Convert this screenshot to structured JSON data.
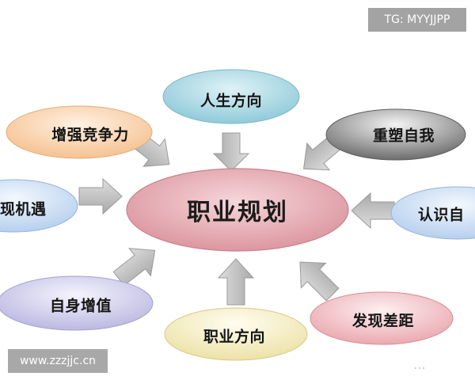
{
  "diagram": {
    "center": "职业规划",
    "nodes": {
      "top": "人生方向",
      "upper_left": "增强竞争力",
      "upper_right": "重塑自我",
      "left": "现机遇",
      "right": "认识自",
      "lower_left": "自身增值",
      "bottom": "职业方向",
      "lower_right": "发现差距"
    },
    "colors": {
      "center": "#e2a2aa",
      "top": "#9fd4e0",
      "upper_left": "#f7cfa8",
      "upper_right": "#7f7f7f",
      "left": "#c3d9f2",
      "right": "#c3d9f2",
      "lower_left": "#c7c5e8",
      "bottom": "#f5f0c8",
      "lower_right": "#f0b8bd",
      "arrow": "#bdbdbd"
    }
  },
  "watermarks": {
    "top_right": "TG: MYYJJPP",
    "bottom_left": "www.zzzjjc.cn"
  }
}
